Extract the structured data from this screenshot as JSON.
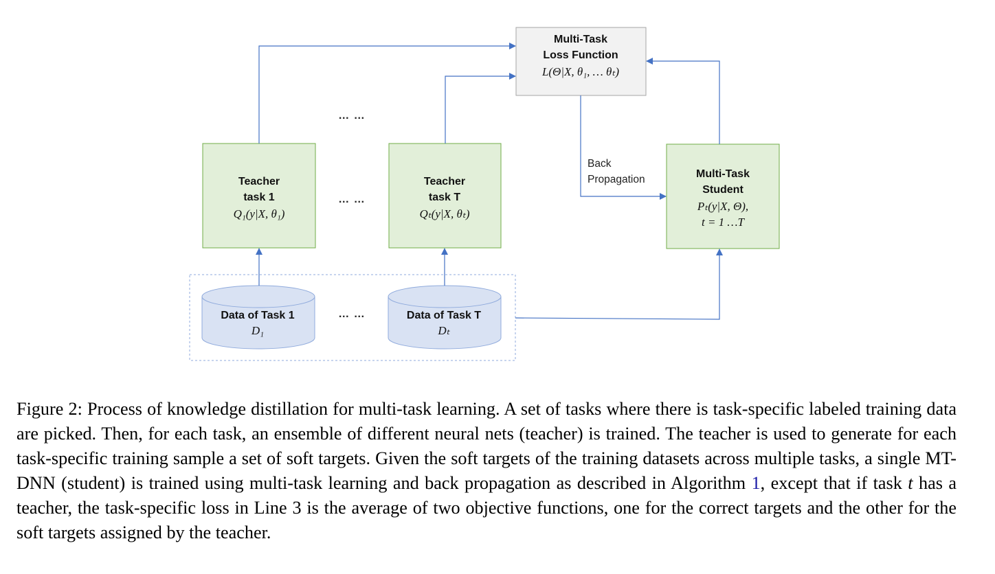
{
  "diagram": {
    "loss_box": {
      "title_line1": "Multi-Task",
      "title_line2": "Loss Function",
      "formula": "L(Θ|X, θ₁, … θₜ)"
    },
    "teacher1": {
      "title_line1": "Teacher",
      "title_line2": "task 1",
      "formula": "Q₁(y|X, θ₁)"
    },
    "teacherT": {
      "title_line1": "Teacher",
      "title_line2": "task T",
      "formula": "Qₜ(y|X, θₜ)"
    },
    "student": {
      "title_line1": "Multi-Task",
      "title_line2": "Student",
      "formula_line1": "Pₜ(y|X, Θ),",
      "formula_line2": "t = 1 …T"
    },
    "data1": {
      "title": "Data of Task 1",
      "formula": "D₁"
    },
    "dataT": {
      "title": "Data of Task T",
      "formula": "Dₜ"
    },
    "backprop_line1": "Back",
    "backprop_line2": "Propagation",
    "ellipsis": "… …",
    "colors": {
      "green_fill": "#e2efd9",
      "green_stroke": "#70ad47",
      "gray_fill": "#f2f2f2",
      "gray_stroke": "#a6a6a6",
      "blue_fill": "#d9e2f3",
      "blue_stroke": "#8faadc",
      "arrow": "#4472c4"
    }
  },
  "caption": {
    "part1": "Figure 2: Process of knowledge distillation for multi-task learning.  A set of tasks where there is task-specific labeled training data are picked. Then, for each task, an ensemble of different neural nets (teacher) is trained. The teacher is used to generate for each task-specific training sample a set of soft targets. Given the soft targets of the training datasets across multiple tasks, a single MT-DNN (student) is trained using multi-task learning and back propagation as described in Algorithm ",
    "alg_ref": "1",
    "part2": ", except that if task ",
    "task_var": "t",
    "part3": " has a teacher, the task-specific loss in Line 3 is the average of two objective functions, one for the correct targets and the other for the soft targets assigned by the teacher."
  }
}
